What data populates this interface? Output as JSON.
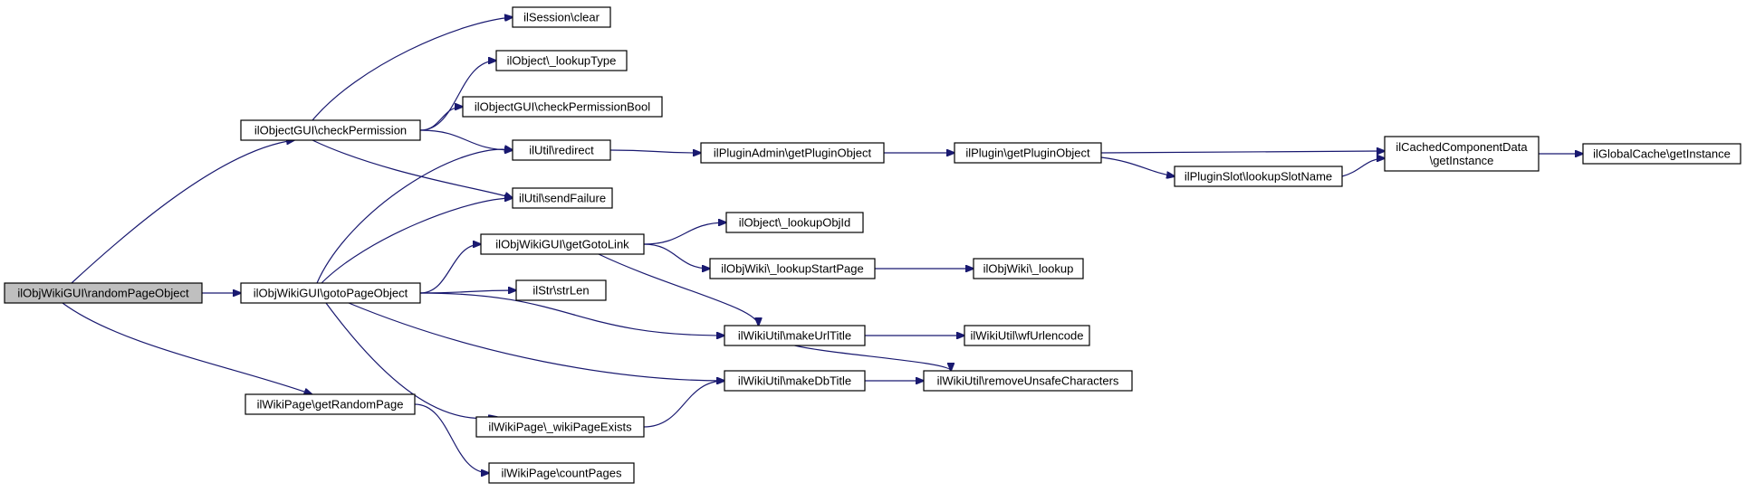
{
  "diagram": {
    "type": "call-graph",
    "root": "randomPageObject",
    "nodes": [
      {
        "id": "randomPageObject",
        "lines": [
          "ilObjWikiGUI\\randomPageObject"
        ],
        "is_root": true
      },
      {
        "id": "checkPermission",
        "lines": [
          "ilObjectGUI\\checkPermission"
        ]
      },
      {
        "id": "gotoPageObject",
        "lines": [
          "ilObjWikiGUI\\gotoPageObject"
        ]
      },
      {
        "id": "getRandomPage",
        "lines": [
          "ilWikiPage\\getRandomPage"
        ]
      },
      {
        "id": "sessionClear",
        "lines": [
          "ilSession\\clear"
        ]
      },
      {
        "id": "lookupType",
        "lines": [
          "ilObject\\_lookupType"
        ]
      },
      {
        "id": "checkPermissionBool",
        "lines": [
          "ilObjectGUI\\checkPermissionBool"
        ]
      },
      {
        "id": "redirect",
        "lines": [
          "ilUtil\\redirect"
        ]
      },
      {
        "id": "sendFailure",
        "lines": [
          "ilUtil\\sendFailure"
        ]
      },
      {
        "id": "getGotoLink",
        "lines": [
          "ilObjWikiGUI\\getGotoLink"
        ]
      },
      {
        "id": "strLen",
        "lines": [
          "ilStr\\strLen"
        ]
      },
      {
        "id": "makeUrlTitle",
        "lines": [
          "ilWikiUtil\\makeUrlTitle"
        ]
      },
      {
        "id": "makeDbTitle",
        "lines": [
          "ilWikiUtil\\makeDbTitle"
        ]
      },
      {
        "id": "wikiPageExists",
        "lines": [
          "ilWikiPage\\_wikiPageExists"
        ]
      },
      {
        "id": "countPages",
        "lines": [
          "ilWikiPage\\countPages"
        ]
      },
      {
        "id": "pluginAdminGetPluginObject",
        "lines": [
          "ilPluginAdmin\\getPluginObject"
        ]
      },
      {
        "id": "lookupObjId",
        "lines": [
          "ilObject\\_lookupObjId"
        ]
      },
      {
        "id": "lookupStartPage",
        "lines": [
          "ilObjWiki\\_lookupStartPage"
        ]
      },
      {
        "id": "pluginGetPluginObject",
        "lines": [
          "ilPlugin\\getPluginObject"
        ]
      },
      {
        "id": "objWikiLookup",
        "lines": [
          "ilObjWiki\\_lookup"
        ]
      },
      {
        "id": "wfUrlencode",
        "lines": [
          "ilWikiUtil\\wfUrlencode"
        ]
      },
      {
        "id": "removeUnsafeCharacters",
        "lines": [
          "ilWikiUtil\\removeUnsafeCharacters"
        ]
      },
      {
        "id": "lookupSlotName",
        "lines": [
          "ilPluginSlot\\lookupSlotName"
        ]
      },
      {
        "id": "cachedGetInstance",
        "lines": [
          "ilCachedComponentData",
          "\\getInstance"
        ]
      },
      {
        "id": "globalCacheGetInstance",
        "lines": [
          "ilGlobalCache\\getInstance"
        ]
      }
    ],
    "edges": [
      {
        "from": "randomPageObject",
        "to": "checkPermission"
      },
      {
        "from": "randomPageObject",
        "to": "gotoPageObject"
      },
      {
        "from": "randomPageObject",
        "to": "getRandomPage"
      },
      {
        "from": "checkPermission",
        "to": "sessionClear"
      },
      {
        "from": "checkPermission",
        "to": "lookupType"
      },
      {
        "from": "checkPermission",
        "to": "checkPermissionBool"
      },
      {
        "from": "checkPermission",
        "to": "redirect"
      },
      {
        "from": "checkPermission",
        "to": "sendFailure"
      },
      {
        "from": "gotoPageObject",
        "to": "redirect"
      },
      {
        "from": "gotoPageObject",
        "to": "sendFailure"
      },
      {
        "from": "gotoPageObject",
        "to": "getGotoLink"
      },
      {
        "from": "gotoPageObject",
        "to": "strLen"
      },
      {
        "from": "gotoPageObject",
        "to": "makeUrlTitle"
      },
      {
        "from": "gotoPageObject",
        "to": "makeDbTitle"
      },
      {
        "from": "gotoPageObject",
        "to": "wikiPageExists"
      },
      {
        "from": "getRandomPage",
        "to": "countPages"
      },
      {
        "from": "redirect",
        "to": "pluginAdminGetPluginObject"
      },
      {
        "from": "getGotoLink",
        "to": "lookupObjId"
      },
      {
        "from": "getGotoLink",
        "to": "lookupStartPage"
      },
      {
        "from": "getGotoLink",
        "to": "makeUrlTitle"
      },
      {
        "from": "wikiPageExists",
        "to": "makeDbTitle"
      },
      {
        "from": "pluginAdminGetPluginObject",
        "to": "pluginGetPluginObject"
      },
      {
        "from": "lookupStartPage",
        "to": "objWikiLookup"
      },
      {
        "from": "makeUrlTitle",
        "to": "wfUrlencode"
      },
      {
        "from": "makeUrlTitle",
        "to": "removeUnsafeCharacters"
      },
      {
        "from": "makeDbTitle",
        "to": "removeUnsafeCharacters"
      },
      {
        "from": "pluginGetPluginObject",
        "to": "cachedGetInstance"
      },
      {
        "from": "pluginGetPluginObject",
        "to": "lookupSlotName"
      },
      {
        "from": "lookupSlotName",
        "to": "cachedGetInstance"
      },
      {
        "from": "cachedGetInstance",
        "to": "globalCacheGetInstance"
      }
    ]
  },
  "colors": {
    "edge": "#191970",
    "root_fill": "#bfbfbf",
    "node_fill": "#ffffff",
    "node_stroke": "#000000"
  }
}
